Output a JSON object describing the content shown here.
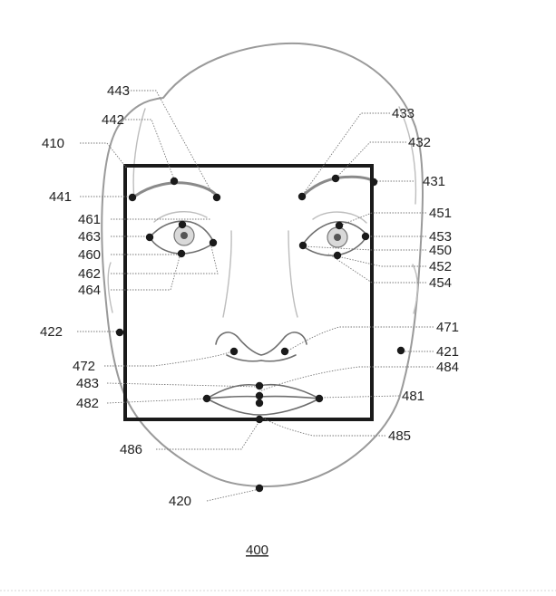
{
  "figure_number": "400",
  "reference_labels": {
    "r410": "410",
    "r420": "420",
    "r421": "421",
    "r422": "422",
    "r431": "431",
    "r432": "432",
    "r433": "433",
    "r441": "441",
    "r442": "442",
    "r443": "443",
    "r450": "450",
    "r451": "451",
    "r452": "452",
    "r453": "453",
    "r454": "454",
    "r460": "460",
    "r461": "461",
    "r462": "462",
    "r463": "463",
    "r464": "464",
    "r471": "471",
    "r472": "472",
    "r481": "481",
    "r482": "482",
    "r483": "483",
    "r484": "484",
    "r485": "485",
    "r486": "486"
  }
}
